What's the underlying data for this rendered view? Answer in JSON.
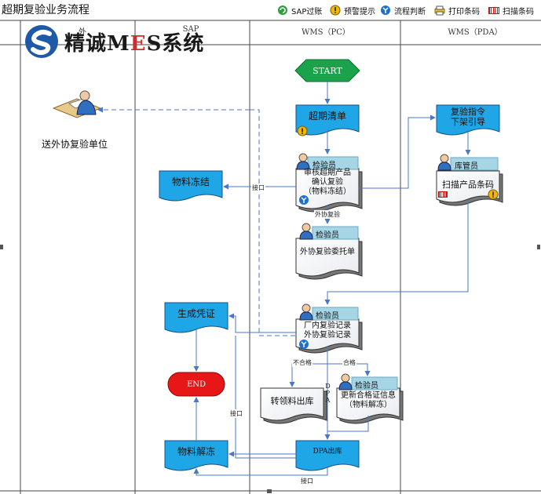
{
  "title": "超期复验业务流程",
  "legend": [
    {
      "icon": "sap-post-icon",
      "label": "SAP过账"
    },
    {
      "icon": "warning-icon",
      "label": "预警提示"
    },
    {
      "icon": "decision-icon",
      "label": "流程判断"
    },
    {
      "icon": "printer-icon",
      "label": "打印条码"
    },
    {
      "icon": "barcode-scan-icon",
      "label": "扫描条码"
    }
  ],
  "logo_text": {
    "part1": "精诚M",
    "part2": "E",
    "part3": "S系统"
  },
  "lanes": {
    "col1": "外",
    "col2": "SAP",
    "col3": "WMS（PC）",
    "col4": "WMS（PDA）"
  },
  "nodes": {
    "start": "START",
    "end": "END",
    "overdue_list": "超期清单",
    "recheck_order": "复验指令\n下架引导",
    "scan_barcode": "扫描产品条码",
    "review": "审核超期产品\n确认复验\n（物料冻结）",
    "freeze": "物料冻结",
    "outsource_send": "送外协复验单位",
    "entrust": "外协复验委托单",
    "record": "厂内复验记录\n外协复验记录",
    "voucher": "生成凭证",
    "to_return": "转领料出库",
    "update_cert": "更新合格证信息\n（物料解冻）",
    "unfreeze": "物料解冻",
    "dpa_out": "DPA出库"
  },
  "roles": {
    "inspector": "检验员",
    "warehouse": "库管员"
  },
  "edge_labels": {
    "interface": "接口",
    "outsource_recheck": "外协复验",
    "unqualified": "不合格",
    "qualified": "合格",
    "dpa": "DPA"
  },
  "colors": {
    "blue_box": "#1fa6e6",
    "header_strip": "#a6d6e6",
    "green": "#1aa34a",
    "red": "#e81717",
    "line": "#4a78c8"
  }
}
